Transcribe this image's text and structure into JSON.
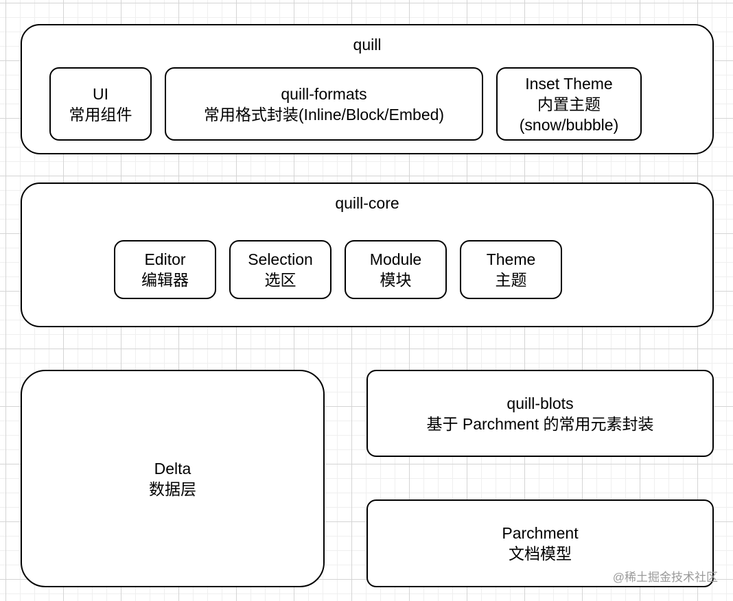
{
  "quill": {
    "title": "quill",
    "ui": {
      "line1": "UI",
      "line2": "常用组件"
    },
    "formats": {
      "line1": "quill-formats",
      "line2": "常用格式封装(Inline/Block/Embed)"
    },
    "theme": {
      "line1": "Inset Theme",
      "line2": "内置主题",
      "line3": "(snow/bubble)"
    }
  },
  "core": {
    "title": "quill-core",
    "editor": {
      "line1": "Editor",
      "line2": "编辑器"
    },
    "selection": {
      "line1": "Selection",
      "line2": "选区"
    },
    "module": {
      "line1": "Module",
      "line2": "模块"
    },
    "theme": {
      "line1": "Theme",
      "line2": "主题"
    }
  },
  "delta": {
    "line1": "Delta",
    "line2": "数据层"
  },
  "blots": {
    "line1": "quill-blots",
    "line2": "基于 Parchment 的常用元素封装"
  },
  "parchment": {
    "line1": "Parchment",
    "line2": "文档模型"
  },
  "watermark": "@稀土掘金技术社区"
}
